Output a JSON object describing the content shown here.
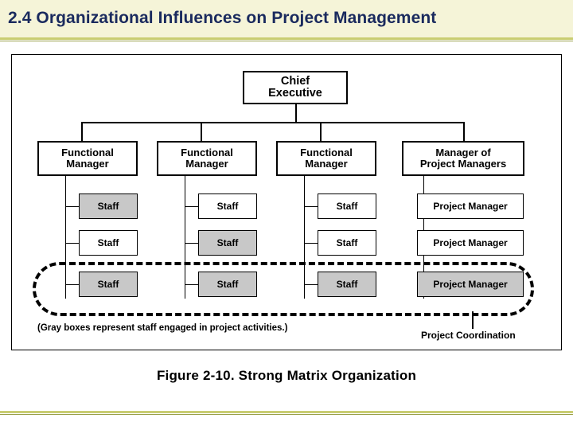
{
  "slide": {
    "title": "2.4 Organizational Influences on Project Management",
    "accent_color": "#c9cd72",
    "title_color": "#1a2a5e",
    "header_background": "#f5f4d8"
  },
  "figure": {
    "caption": "Figure 2-10. Strong Matrix Organization",
    "note": "(Gray boxes represent staff engaged in project activities.)",
    "coordination_label": "Project Coordination",
    "gray_fill": "#c8c8c8"
  },
  "chart_data": {
    "type": "diagram",
    "title": "Strong Matrix Organization",
    "root": {
      "label": "Chief\nExecutive"
    },
    "columns": [
      {
        "manager": "Functional\nManager",
        "staff": [
          {
            "label": "Staff",
            "highlighted": true
          },
          {
            "label": "Staff",
            "highlighted": false
          },
          {
            "label": "Staff",
            "highlighted": true
          }
        ]
      },
      {
        "manager": "Functional\nManager",
        "staff": [
          {
            "label": "Staff",
            "highlighted": false
          },
          {
            "label": "Staff",
            "highlighted": true
          },
          {
            "label": "Staff",
            "highlighted": true
          }
        ]
      },
      {
        "manager": "Functional\nManager",
        "staff": [
          {
            "label": "Staff",
            "highlighted": false
          },
          {
            "label": "Staff",
            "highlighted": false
          },
          {
            "label": "Staff",
            "highlighted": true
          }
        ]
      },
      {
        "manager": "Manager of\nProject Managers",
        "staff": [
          {
            "label": "Project Manager",
            "highlighted": false
          },
          {
            "label": "Project Manager",
            "highlighted": false
          },
          {
            "label": "Project Manager",
            "highlighted": true
          }
        ]
      }
    ]
  }
}
